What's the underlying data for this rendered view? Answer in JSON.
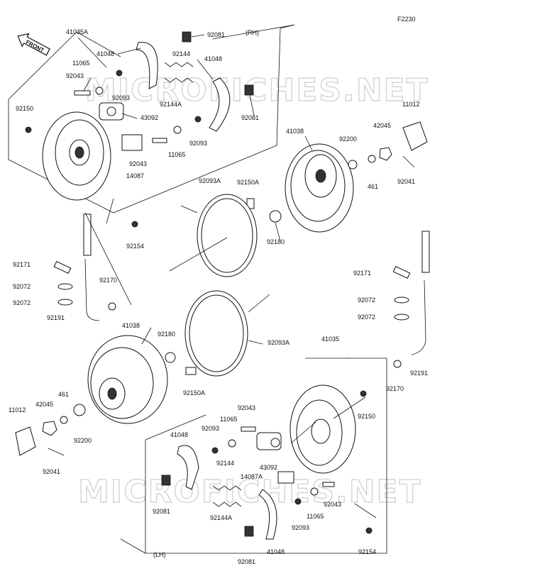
{
  "diagram": {
    "figure_code": "F2230",
    "front_badge": "FRONT",
    "side_rh": "(RH)",
    "side_lh": "(LH)",
    "watermark": [
      "MICROFICHES.NET",
      "MICROFICHES.NET"
    ]
  },
  "labels": [
    {
      "id": "l1",
      "text": "41035A"
    },
    {
      "id": "l2",
      "text": "92081"
    },
    {
      "id": "l3",
      "text": "41048"
    },
    {
      "id": "l4",
      "text": "92144"
    },
    {
      "id": "l5",
      "text": "41048"
    },
    {
      "id": "l6",
      "text": "11065"
    },
    {
      "id": "l7",
      "text": "92043"
    },
    {
      "id": "l8",
      "text": "92093"
    },
    {
      "id": "l9",
      "text": "92144A"
    },
    {
      "id": "l10",
      "text": "92150"
    },
    {
      "id": "l11",
      "text": "43092"
    },
    {
      "id": "l12",
      "text": "92081"
    },
    {
      "id": "l13",
      "text": "92093"
    },
    {
      "id": "l14",
      "text": "11065"
    },
    {
      "id": "l15",
      "text": "92043"
    },
    {
      "id": "l16",
      "text": "14087"
    },
    {
      "id": "l17",
      "text": "11012"
    },
    {
      "id": "l18",
      "text": "41038"
    },
    {
      "id": "l19",
      "text": "92200"
    },
    {
      "id": "l20",
      "text": "42045"
    },
    {
      "id": "l21",
      "text": "461"
    },
    {
      "id": "l22",
      "text": "92041"
    },
    {
      "id": "l23",
      "text": "92093A"
    },
    {
      "id": "l24",
      "text": "92150A"
    },
    {
      "id": "l25",
      "text": "92180"
    },
    {
      "id": "l26",
      "text": "92154"
    },
    {
      "id": "l27",
      "text": "92171"
    },
    {
      "id": "l28",
      "text": "92072"
    },
    {
      "id": "l29",
      "text": "92072"
    },
    {
      "id": "l30",
      "text": "92170"
    },
    {
      "id": "l31",
      "text": "92191"
    },
    {
      "id": "l32",
      "text": "92171"
    },
    {
      "id": "l33",
      "text": "92072"
    },
    {
      "id": "l34",
      "text": "92072"
    },
    {
      "id": "l35",
      "text": "41038"
    },
    {
      "id": "l36",
      "text": "92180"
    },
    {
      "id": "l37",
      "text": "92093A"
    },
    {
      "id": "l38",
      "text": "41035"
    },
    {
      "id": "l39",
      "text": "92150A"
    },
    {
      "id": "l40",
      "text": "92191"
    },
    {
      "id": "l41",
      "text": "92170"
    },
    {
      "id": "l42",
      "text": "461"
    },
    {
      "id": "l43",
      "text": "42045"
    },
    {
      "id": "l44",
      "text": "11012"
    },
    {
      "id": "l45",
      "text": "92200"
    },
    {
      "id": "l46",
      "text": "92041"
    },
    {
      "id": "l47",
      "text": "92043"
    },
    {
      "id": "l48",
      "text": "11065"
    },
    {
      "id": "l49",
      "text": "92093"
    },
    {
      "id": "l50",
      "text": "41048"
    },
    {
      "id": "l51",
      "text": "92150"
    },
    {
      "id": "l52",
      "text": "92144"
    },
    {
      "id": "l53",
      "text": "43092"
    },
    {
      "id": "l54",
      "text": "14087A"
    },
    {
      "id": "l55",
      "text": "92081"
    },
    {
      "id": "l56",
      "text": "92144A"
    },
    {
      "id": "l57",
      "text": "92043"
    },
    {
      "id": "l58",
      "text": "11065"
    },
    {
      "id": "l59",
      "text": "92093"
    },
    {
      "id": "l60",
      "text": "92081"
    },
    {
      "id": "l61",
      "text": "41048"
    },
    {
      "id": "l62",
      "text": "92154"
    }
  ]
}
